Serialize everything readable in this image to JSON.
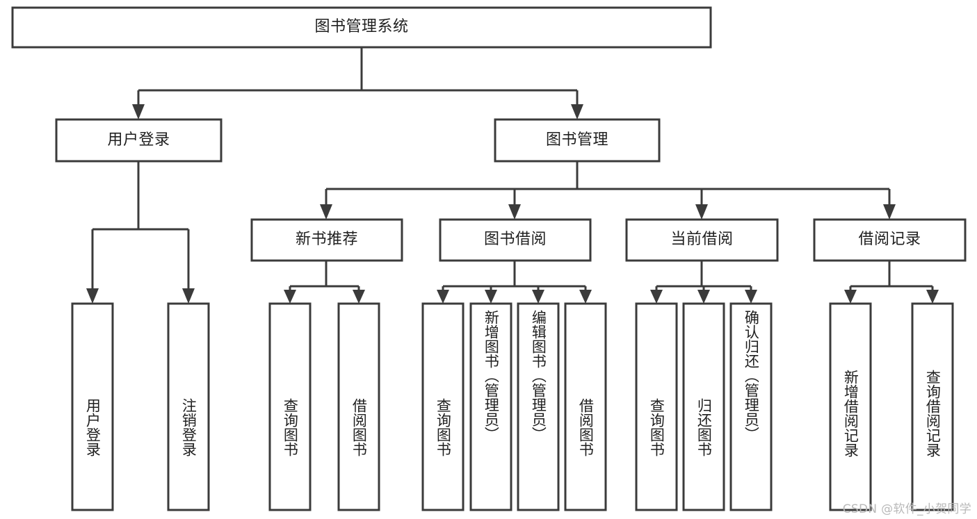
{
  "diagram": {
    "title": "图书管理系统",
    "type": "hierarchy-tree",
    "root": {
      "id": "root",
      "label": "图书管理系统",
      "level": 0
    },
    "levels": [
      {
        "level": 1,
        "nodes": [
          {
            "id": "user-login",
            "label": "用户登录"
          },
          {
            "id": "book-manage",
            "label": "图书管理"
          }
        ]
      },
      {
        "level": 2,
        "parent": "book-manage",
        "nodes": [
          {
            "id": "new-book-recommend",
            "label": "新书推荐"
          },
          {
            "id": "book-borrow",
            "label": "图书借阅"
          },
          {
            "id": "current-borrow",
            "label": "当前借阅"
          },
          {
            "id": "borrow-record",
            "label": "借阅记录"
          }
        ]
      }
    ],
    "leaves": {
      "user-login": [
        {
          "id": "leaf-user-login",
          "label": "用户登录"
        },
        {
          "id": "leaf-user-logout",
          "label": "注销登录"
        }
      ],
      "new-book-recommend": [
        {
          "id": "leaf-query-book-1",
          "label": "查询图书"
        },
        {
          "id": "leaf-borrow-book-1",
          "label": "借阅图书"
        }
      ],
      "book-borrow": [
        {
          "id": "leaf-query-book-2",
          "label": "查询图书"
        },
        {
          "id": "leaf-add-book",
          "label": "新增图书（管理员）"
        },
        {
          "id": "leaf-edit-book",
          "label": "编辑图书（管理员）"
        },
        {
          "id": "leaf-borrow-book-2",
          "label": "借阅图书"
        }
      ],
      "current-borrow": [
        {
          "id": "leaf-query-book-3",
          "label": "查询图书"
        },
        {
          "id": "leaf-return-book",
          "label": "归还图书"
        },
        {
          "id": "leaf-confirm-return",
          "label": "确认归还（管理员）"
        }
      ],
      "borrow-record": [
        {
          "id": "leaf-add-record",
          "label": "新增借阅记录"
        },
        {
          "id": "leaf-query-record",
          "label": "查询借阅记录"
        }
      ]
    },
    "colors": {
      "stroke": "#3b3b3b",
      "fill": "#ffffff",
      "text": "#1f1f1f",
      "watermark": "#b9b9b9",
      "background": "#ffffff"
    }
  },
  "watermark": {
    "text": "CSDN @软件_小贺同学"
  }
}
